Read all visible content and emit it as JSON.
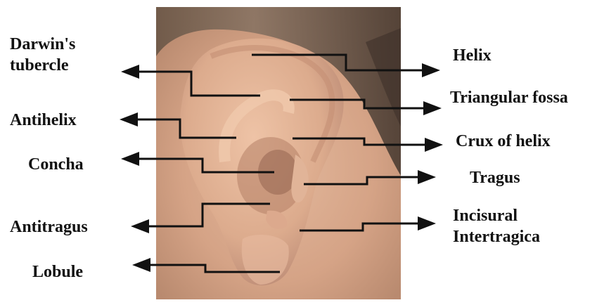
{
  "labels": {
    "darwins_tubercle": [
      "Darwin's",
      "tubercle"
    ],
    "antihelix": "Antihelix",
    "concha": "Concha",
    "antitragus": "Antitragus",
    "lobule": "Lobule",
    "helix": "Helix",
    "triangular_fossa": "Triangular fossa",
    "crux_of_helix": "Crux of helix",
    "tragus": "Tragus",
    "incisural_intertragica": [
      "Incisural",
      "Intertragica"
    ]
  },
  "colors": {
    "leader_line": "#111111",
    "skin": "#d8a98c",
    "hair": "#5a4a3e"
  }
}
